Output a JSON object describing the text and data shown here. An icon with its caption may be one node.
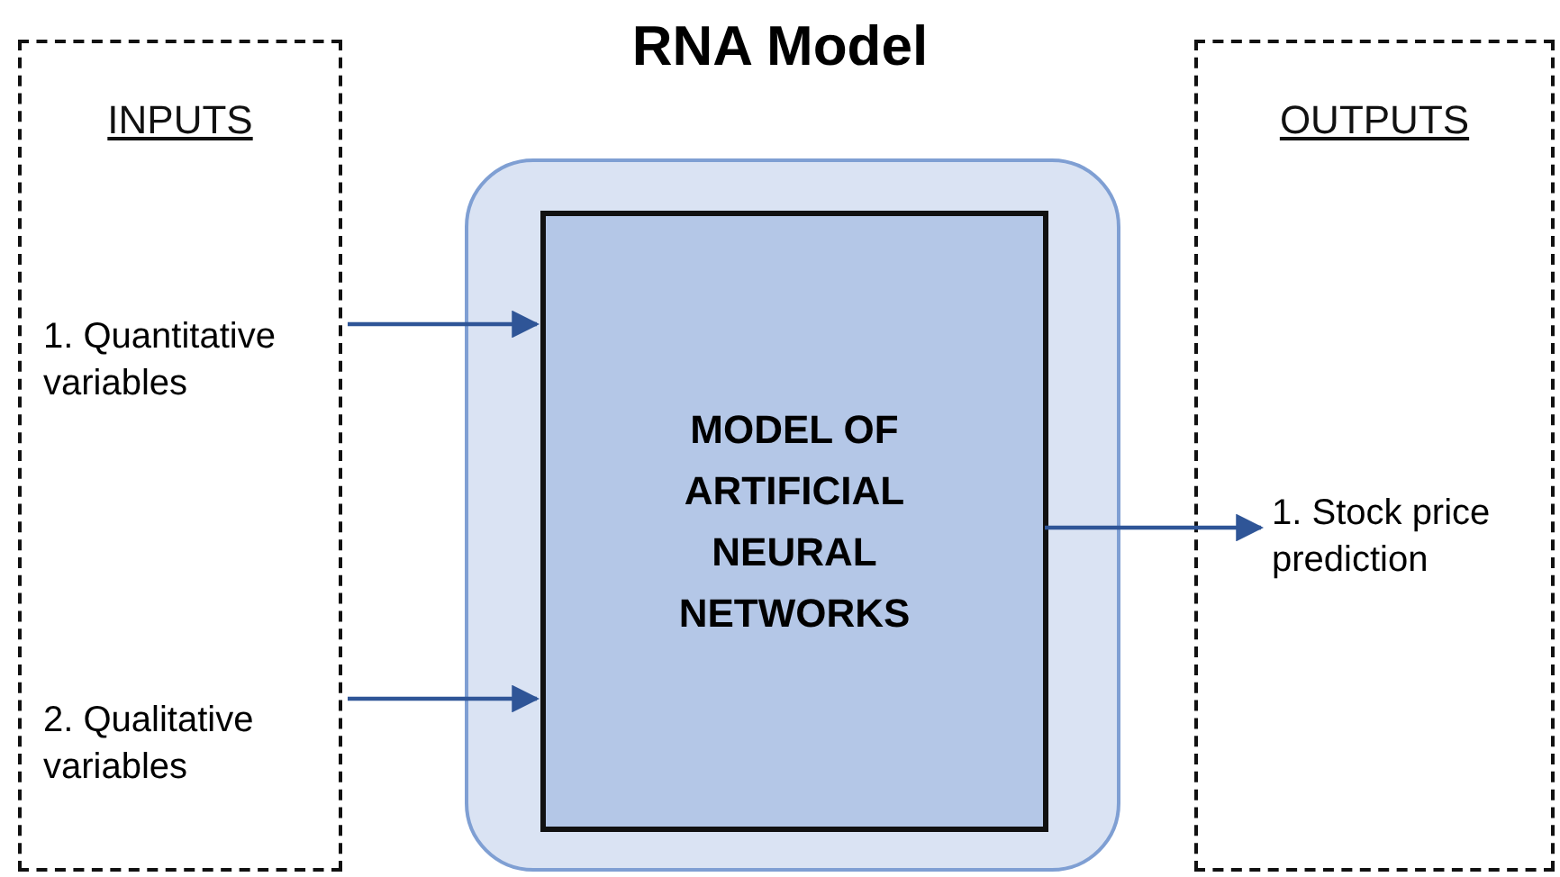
{
  "diagram": {
    "title": "RNA Model",
    "nodes": [
      {
        "text": [
          "INPUTS"
        ]
      },
      {
        "text": [
          "1. Quantitative variables"
        ],
        "in": 0
      },
      {
        "text": [
          "2. Qualitative variables"
        ],
        "in": 0
      },
      {
        "text": [],
        "shape": "box"
      },
      {
        "text": [
          "MODEL OF ARTIFICIAL NEURAL NETWORKS"
        ],
        "in": 3
      },
      {
        "text": [
          "OUTPUTS"
        ]
      },
      {
        "text": [
          "1. Stock price prediction"
        ],
        "in": 5
      }
    ],
    "edges": [
      {
        "from": 1,
        "to": 4,
        "arrow": "to"
      },
      {
        "from": 2,
        "to": 4,
        "arrow": "to"
      },
      {
        "from": 4,
        "to": 6,
        "arrow": "to"
      }
    ]
  }
}
